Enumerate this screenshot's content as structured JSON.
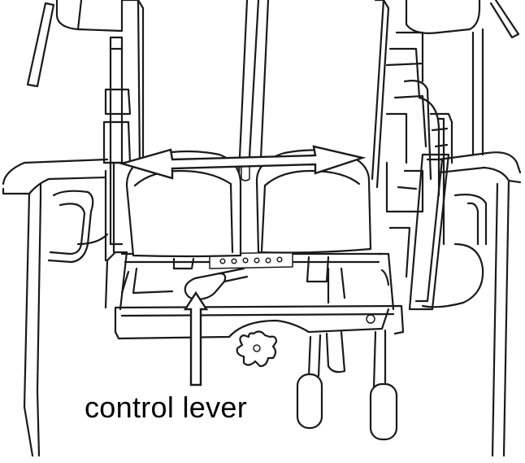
{
  "callout": {
    "label": "control lever"
  },
  "colors": {
    "line": "#1a1a1a",
    "background": "#ffffff"
  },
  "icons": {
    "double_arrow": "horizontal-double-headed-arrow",
    "pointer_arrow": "up-pointing-hollow-arrow"
  }
}
